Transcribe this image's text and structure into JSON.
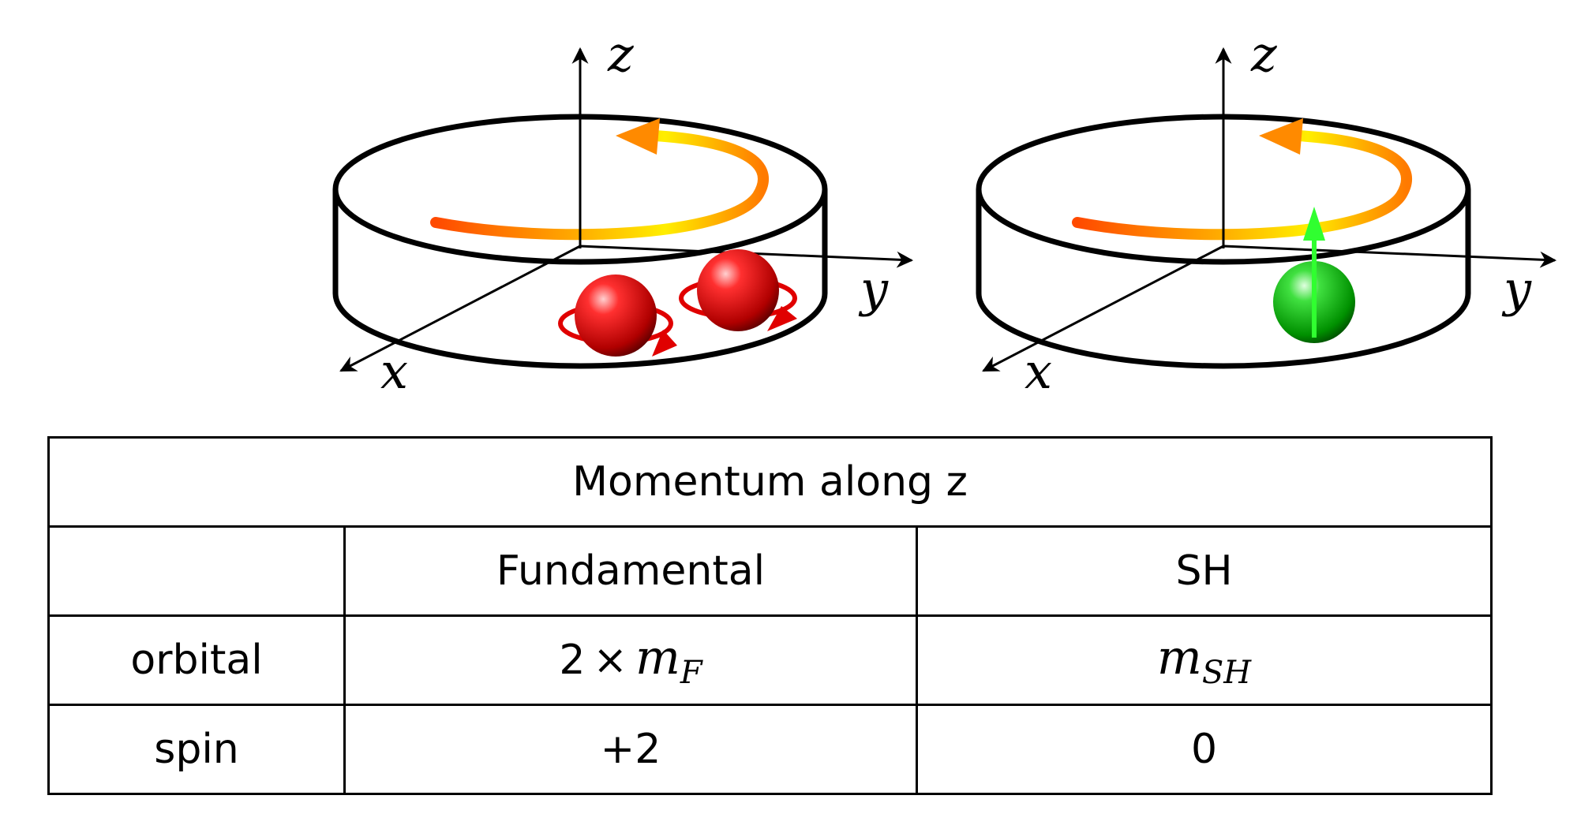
{
  "diagram": {
    "panels": [
      {
        "id": "fundamental",
        "axis_labels": {
          "x": "x",
          "y": "y",
          "z": "z"
        },
        "particle_color": "#e00000",
        "particle_count": 2,
        "particle_indicator": "circular-spin-arrows"
      },
      {
        "id": "second-harmonic",
        "axis_labels": {
          "x": "x",
          "y": "y",
          "z": "z"
        },
        "particle_color": "#00c000",
        "particle_count": 1,
        "particle_indicator": "straight-arrow-along-z"
      }
    ],
    "orbit_arrow_colors": [
      "#ff5a00",
      "#ffe000"
    ]
  },
  "table": {
    "header": "Momentum along z",
    "columns": [
      "",
      "Fundamental",
      "SH"
    ],
    "rows": [
      {
        "label": "orbital",
        "fundamental": {
          "coef": "2",
          "times": "×",
          "var": "m",
          "sub": "F"
        },
        "sh": {
          "var": "m",
          "sub": "SH"
        }
      },
      {
        "label": "spin",
        "fundamental": "+2",
        "sh": "0"
      }
    ]
  }
}
